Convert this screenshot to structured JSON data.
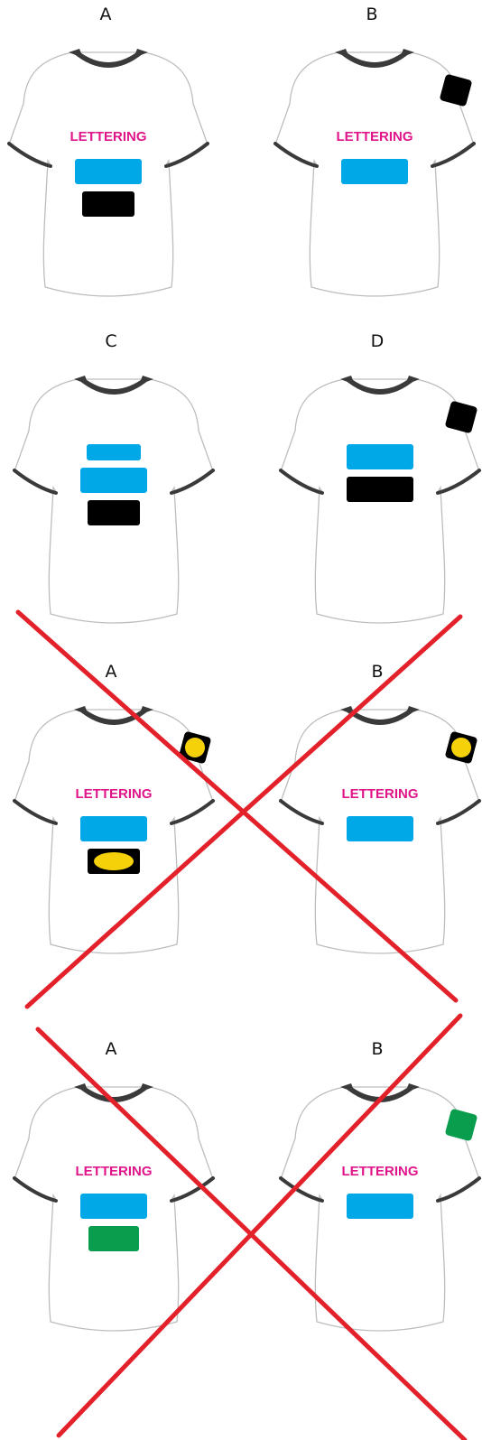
{
  "colors": {
    "shirt_fill": "#ffffff",
    "shirt_outline": "#bdbdbd",
    "collar_trim": "#3a3a3a",
    "lettering_text": "#e0158a",
    "blue_patch": "#00a8e8",
    "black_patch": "#000000",
    "yellow_patch": "#f5d10a",
    "green_patch": "#0a9d4e",
    "reject_cross": "#e3212a"
  },
  "lettering_label": "LETTERING",
  "groups": [
    {
      "rejected": false,
      "shirts": [
        {
          "label": "A",
          "lettering": true,
          "front_patches": [
            "blue",
            "black"
          ],
          "sleeve_patch": null
        },
        {
          "label": "B",
          "lettering": true,
          "front_patches": [
            "blue"
          ],
          "sleeve_patch": "black"
        }
      ]
    },
    {
      "rejected": false,
      "shirts": [
        {
          "label": "C",
          "lettering": false,
          "front_patches": [
            "blue-small",
            "blue",
            "black"
          ],
          "sleeve_patch": null
        },
        {
          "label": "D",
          "lettering": false,
          "front_patches": [
            "blue",
            "black-wide"
          ],
          "sleeve_patch": "black"
        }
      ]
    },
    {
      "rejected": true,
      "shirts": [
        {
          "label": "A",
          "lettering": true,
          "front_patches": [
            "blue",
            "black-yellow-oval"
          ],
          "sleeve_patch": "black-yellow-circle"
        },
        {
          "label": "B",
          "lettering": true,
          "front_patches": [
            "blue"
          ],
          "sleeve_patch": "black-yellow-circle"
        }
      ]
    },
    {
      "rejected": true,
      "shirts": [
        {
          "label": "A",
          "lettering": true,
          "front_patches": [
            "blue",
            "green"
          ],
          "sleeve_patch": null
        },
        {
          "label": "B",
          "lettering": true,
          "front_patches": [
            "blue"
          ],
          "sleeve_patch": "green"
        }
      ]
    }
  ]
}
